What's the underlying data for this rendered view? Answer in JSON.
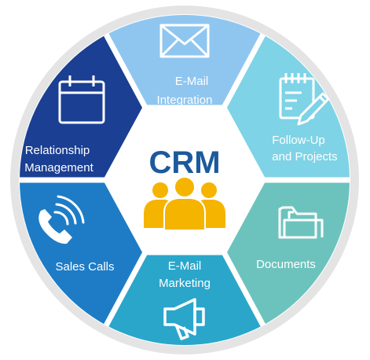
{
  "title": "CRM",
  "colors": {
    "center_title": "#1b5a9c",
    "people": "#f5b400",
    "ring_border": "#e4e4e4",
    "segment_top": "#8fc6f0",
    "segment_upper_right": "#7fd3e6",
    "segment_lower_right": "#6cc3bd",
    "segment_bottom": "#2ba6cb",
    "segment_lower_left": "#1e7cc6",
    "segment_upper_left": "#1a3f93"
  },
  "segments": [
    {
      "id": "email-integration",
      "icon": "envelope-icon",
      "lines": [
        "E-Mail",
        "Integration"
      ]
    },
    {
      "id": "follow-up-projects",
      "icon": "notepad-pencil-icon",
      "lines": [
        "Follow-Up",
        "and Projects"
      ]
    },
    {
      "id": "documents",
      "icon": "folder-icon",
      "lines": [
        "Documents"
      ]
    },
    {
      "id": "email-marketing",
      "icon": "megaphone-icon",
      "lines": [
        "E-Mail",
        "Marketing"
      ]
    },
    {
      "id": "sales-calls",
      "icon": "phone-icon",
      "lines": [
        "Sales Calls"
      ]
    },
    {
      "id": "relationship-management",
      "icon": "calendar-icon",
      "lines": [
        "Relationship",
        "Management"
      ]
    }
  ]
}
